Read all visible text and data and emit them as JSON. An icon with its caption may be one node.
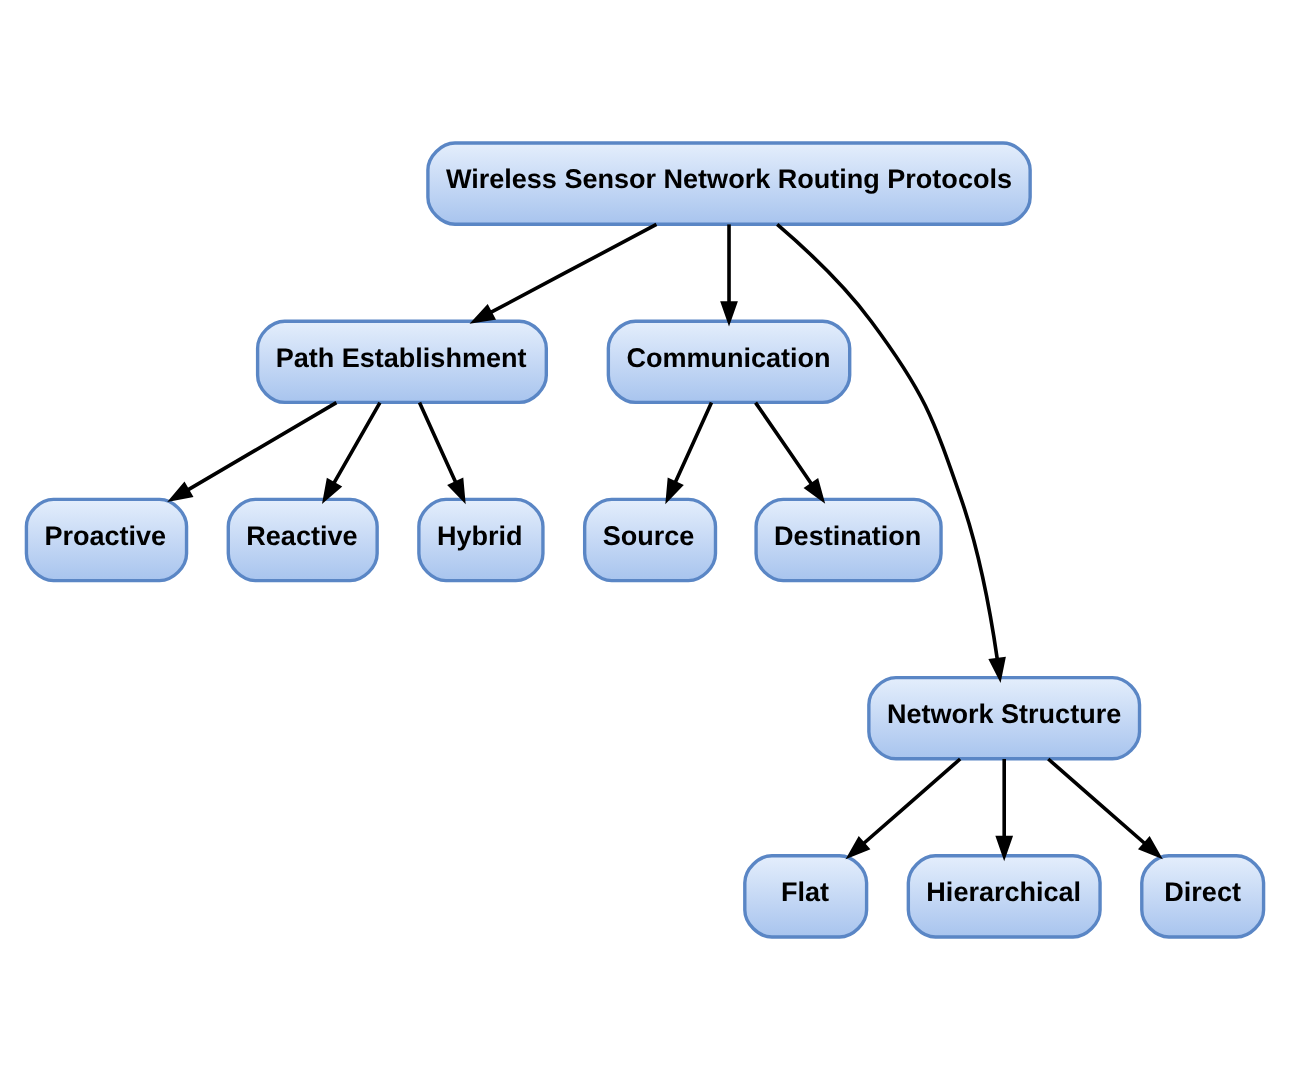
{
  "diagram": {
    "nodes": [
      {
        "text": [
          "Wireless Sensor Network Routing Protocols"
        ]
      },
      {
        "text": [
          "Path Establishment"
        ]
      },
      {
        "text": [
          "Communication"
        ]
      },
      {
        "text": [
          "Proactive"
        ]
      },
      {
        "text": [
          "Reactive"
        ]
      },
      {
        "text": [
          "Hybrid"
        ]
      },
      {
        "text": [
          "Source"
        ]
      },
      {
        "text": [
          "Destination"
        ]
      },
      {
        "text": [
          "Network Structure"
        ]
      },
      {
        "text": [
          "Flat"
        ]
      },
      {
        "text": [
          "Hierarchical"
        ]
      },
      {
        "text": [
          "Direct"
        ]
      }
    ],
    "edges": [
      {
        "from": 0,
        "to": 1,
        "arrow": "to"
      },
      {
        "from": 0,
        "to": 8,
        "arrow": "to"
      },
      {
        "from": 0,
        "to": 2,
        "arrow": "to"
      },
      {
        "from": 1,
        "to": 3,
        "arrow": "to"
      },
      {
        "from": 1,
        "to": 4,
        "arrow": "to"
      },
      {
        "from": 1,
        "to": 5,
        "arrow": "to"
      },
      {
        "from": 2,
        "to": 6,
        "arrow": "to"
      },
      {
        "from": 2,
        "to": 7,
        "arrow": "to"
      },
      {
        "from": 8,
        "to": 9,
        "arrow": "to"
      },
      {
        "from": 8,
        "to": 10,
        "arrow": "to"
      },
      {
        "from": 8,
        "to": 11,
        "arrow": "to"
      }
    ]
  }
}
